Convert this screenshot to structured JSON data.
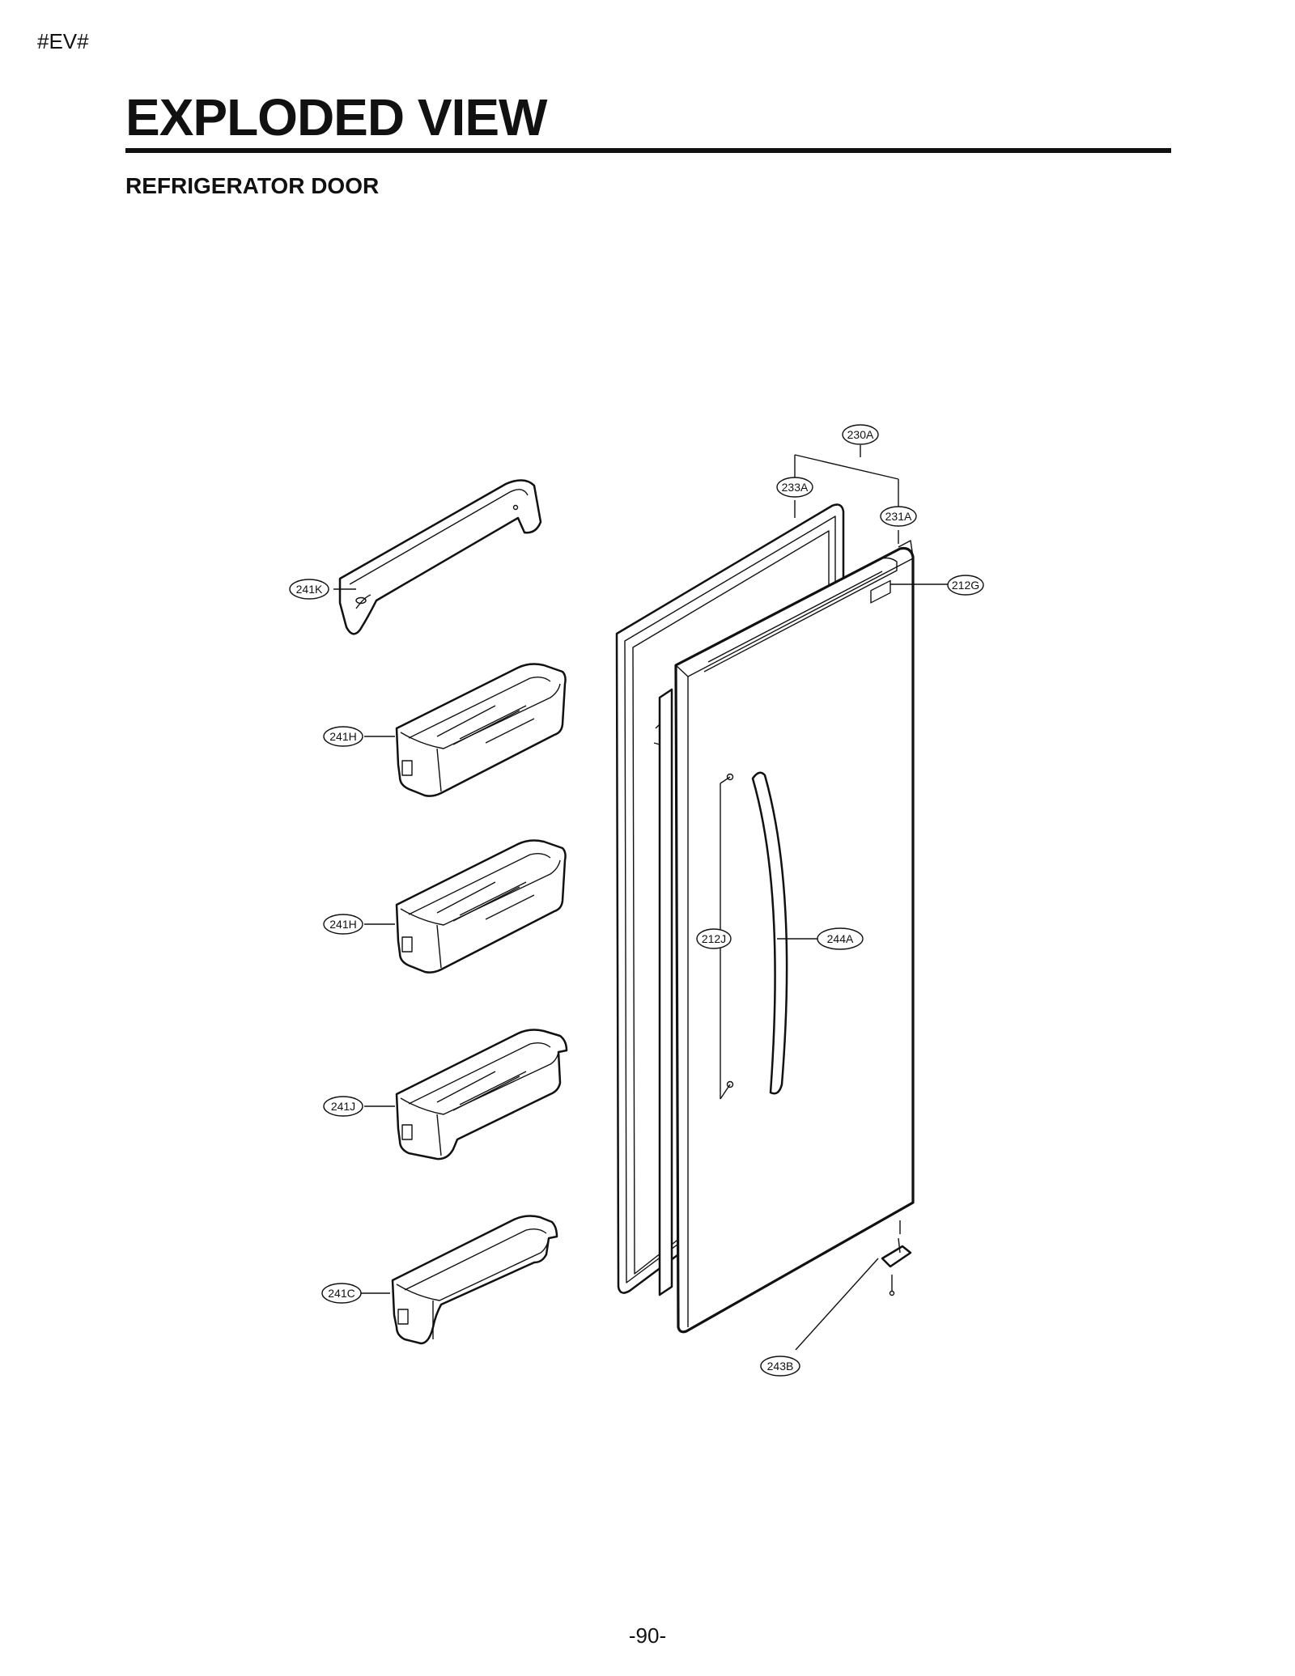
{
  "header": {
    "tag": "#EV#",
    "title": "EXPLODED VIEW",
    "subtitle": "REFRIGERATOR DOOR"
  },
  "callouts": {
    "c230A": "230A",
    "c233A": "233A",
    "c231A": "231A",
    "c212G": "212G",
    "c241K": "241K",
    "c241H_1": "241H",
    "c241H_2": "241H",
    "c212J": "212J",
    "c244A": "244A",
    "c241J": "241J",
    "c241C": "241C",
    "c243B": "243B"
  },
  "footer": {
    "page": "-90-"
  }
}
